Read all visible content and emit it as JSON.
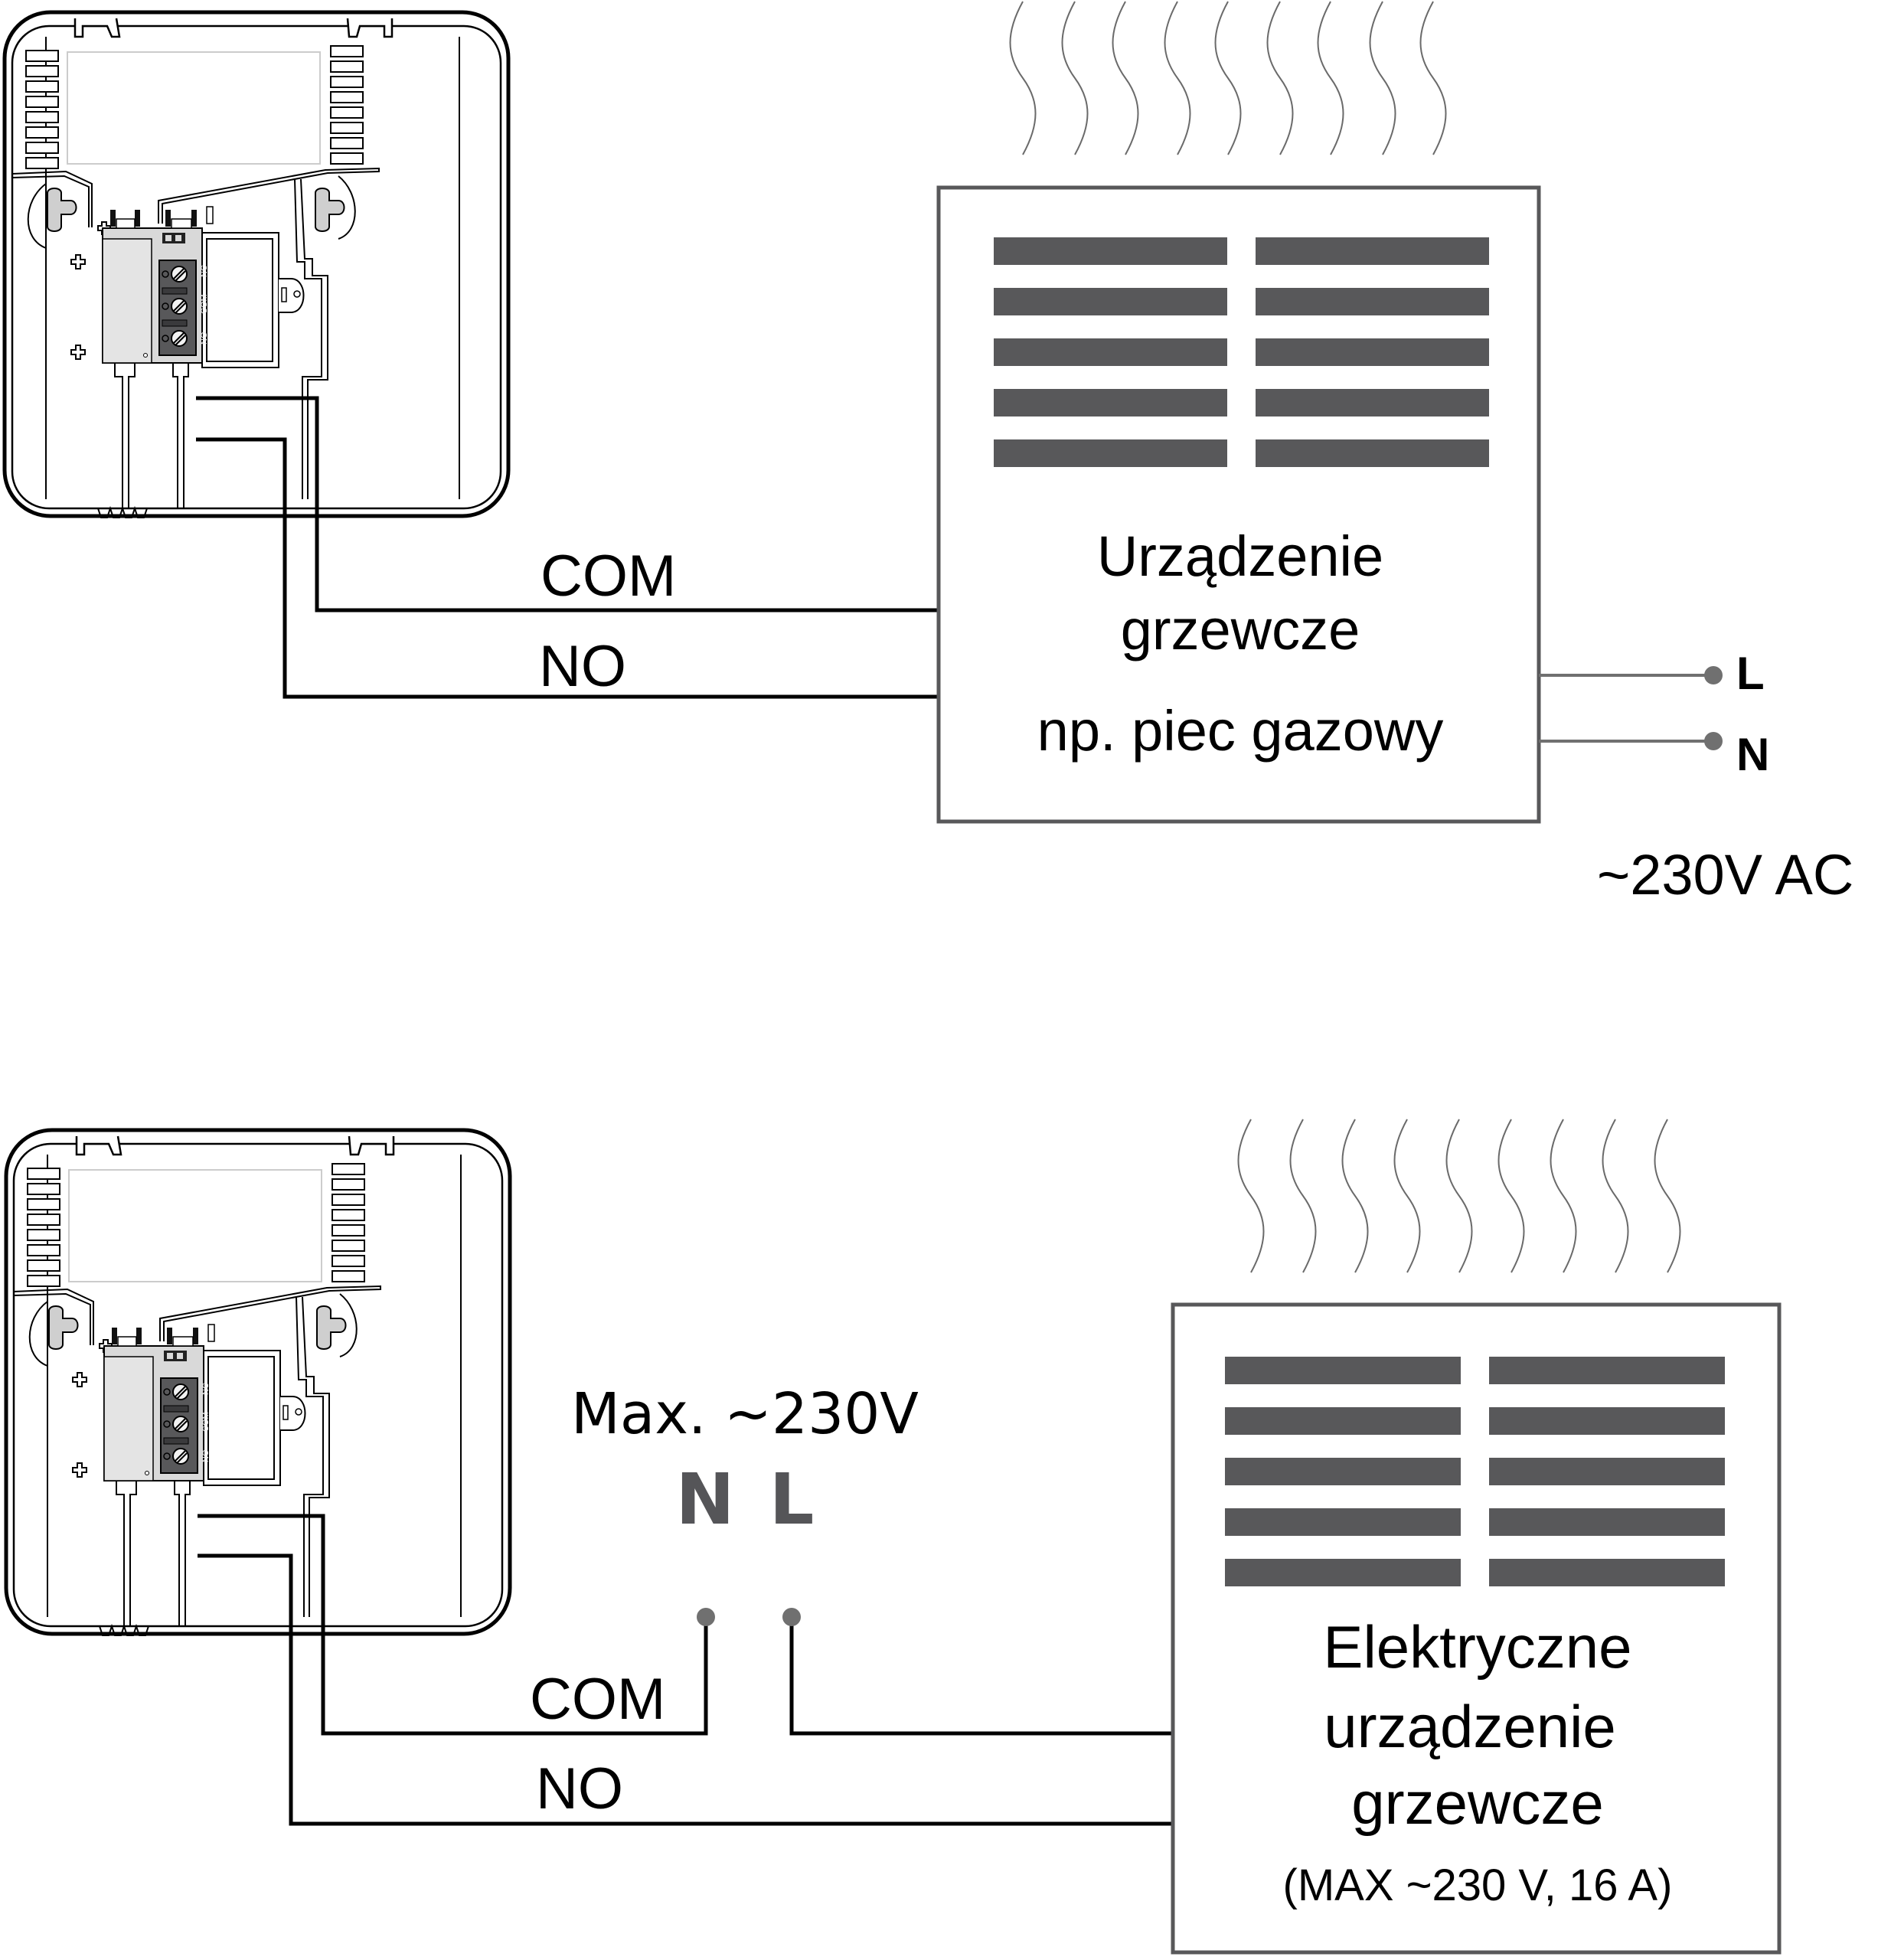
{
  "diagram": {
    "top": {
      "wire_labels": {
        "com": "COM",
        "no": "NO"
      },
      "heater": {
        "line1": "Urządzenie",
        "line2": "grzewcze",
        "line3": "np. piec gazowy"
      },
      "supply": {
        "l_label": "L",
        "n_label": "N",
        "voltage": "~230V AC"
      }
    },
    "bottom": {
      "wire_labels": {
        "com": "COM",
        "no": "NO"
      },
      "supply": {
        "title": "Max. ~230V",
        "n_label": "N",
        "l_label": "L"
      },
      "heater": {
        "line1": "Elektryczne",
        "line2": "urządzenie",
        "line3": "grzewcze",
        "line4": "(MAX ~230 V, 16 A)"
      }
    },
    "thermostat": {
      "terminal_labels": [
        "NC",
        "COM",
        "NO"
      ]
    },
    "colors": {
      "wire": "#000000",
      "box_stroke": "#58585a",
      "grille": "#58585a",
      "supply_line": "#707070",
      "terminal_block": "#58585a",
      "relay_body": "#d8d8d8"
    }
  }
}
